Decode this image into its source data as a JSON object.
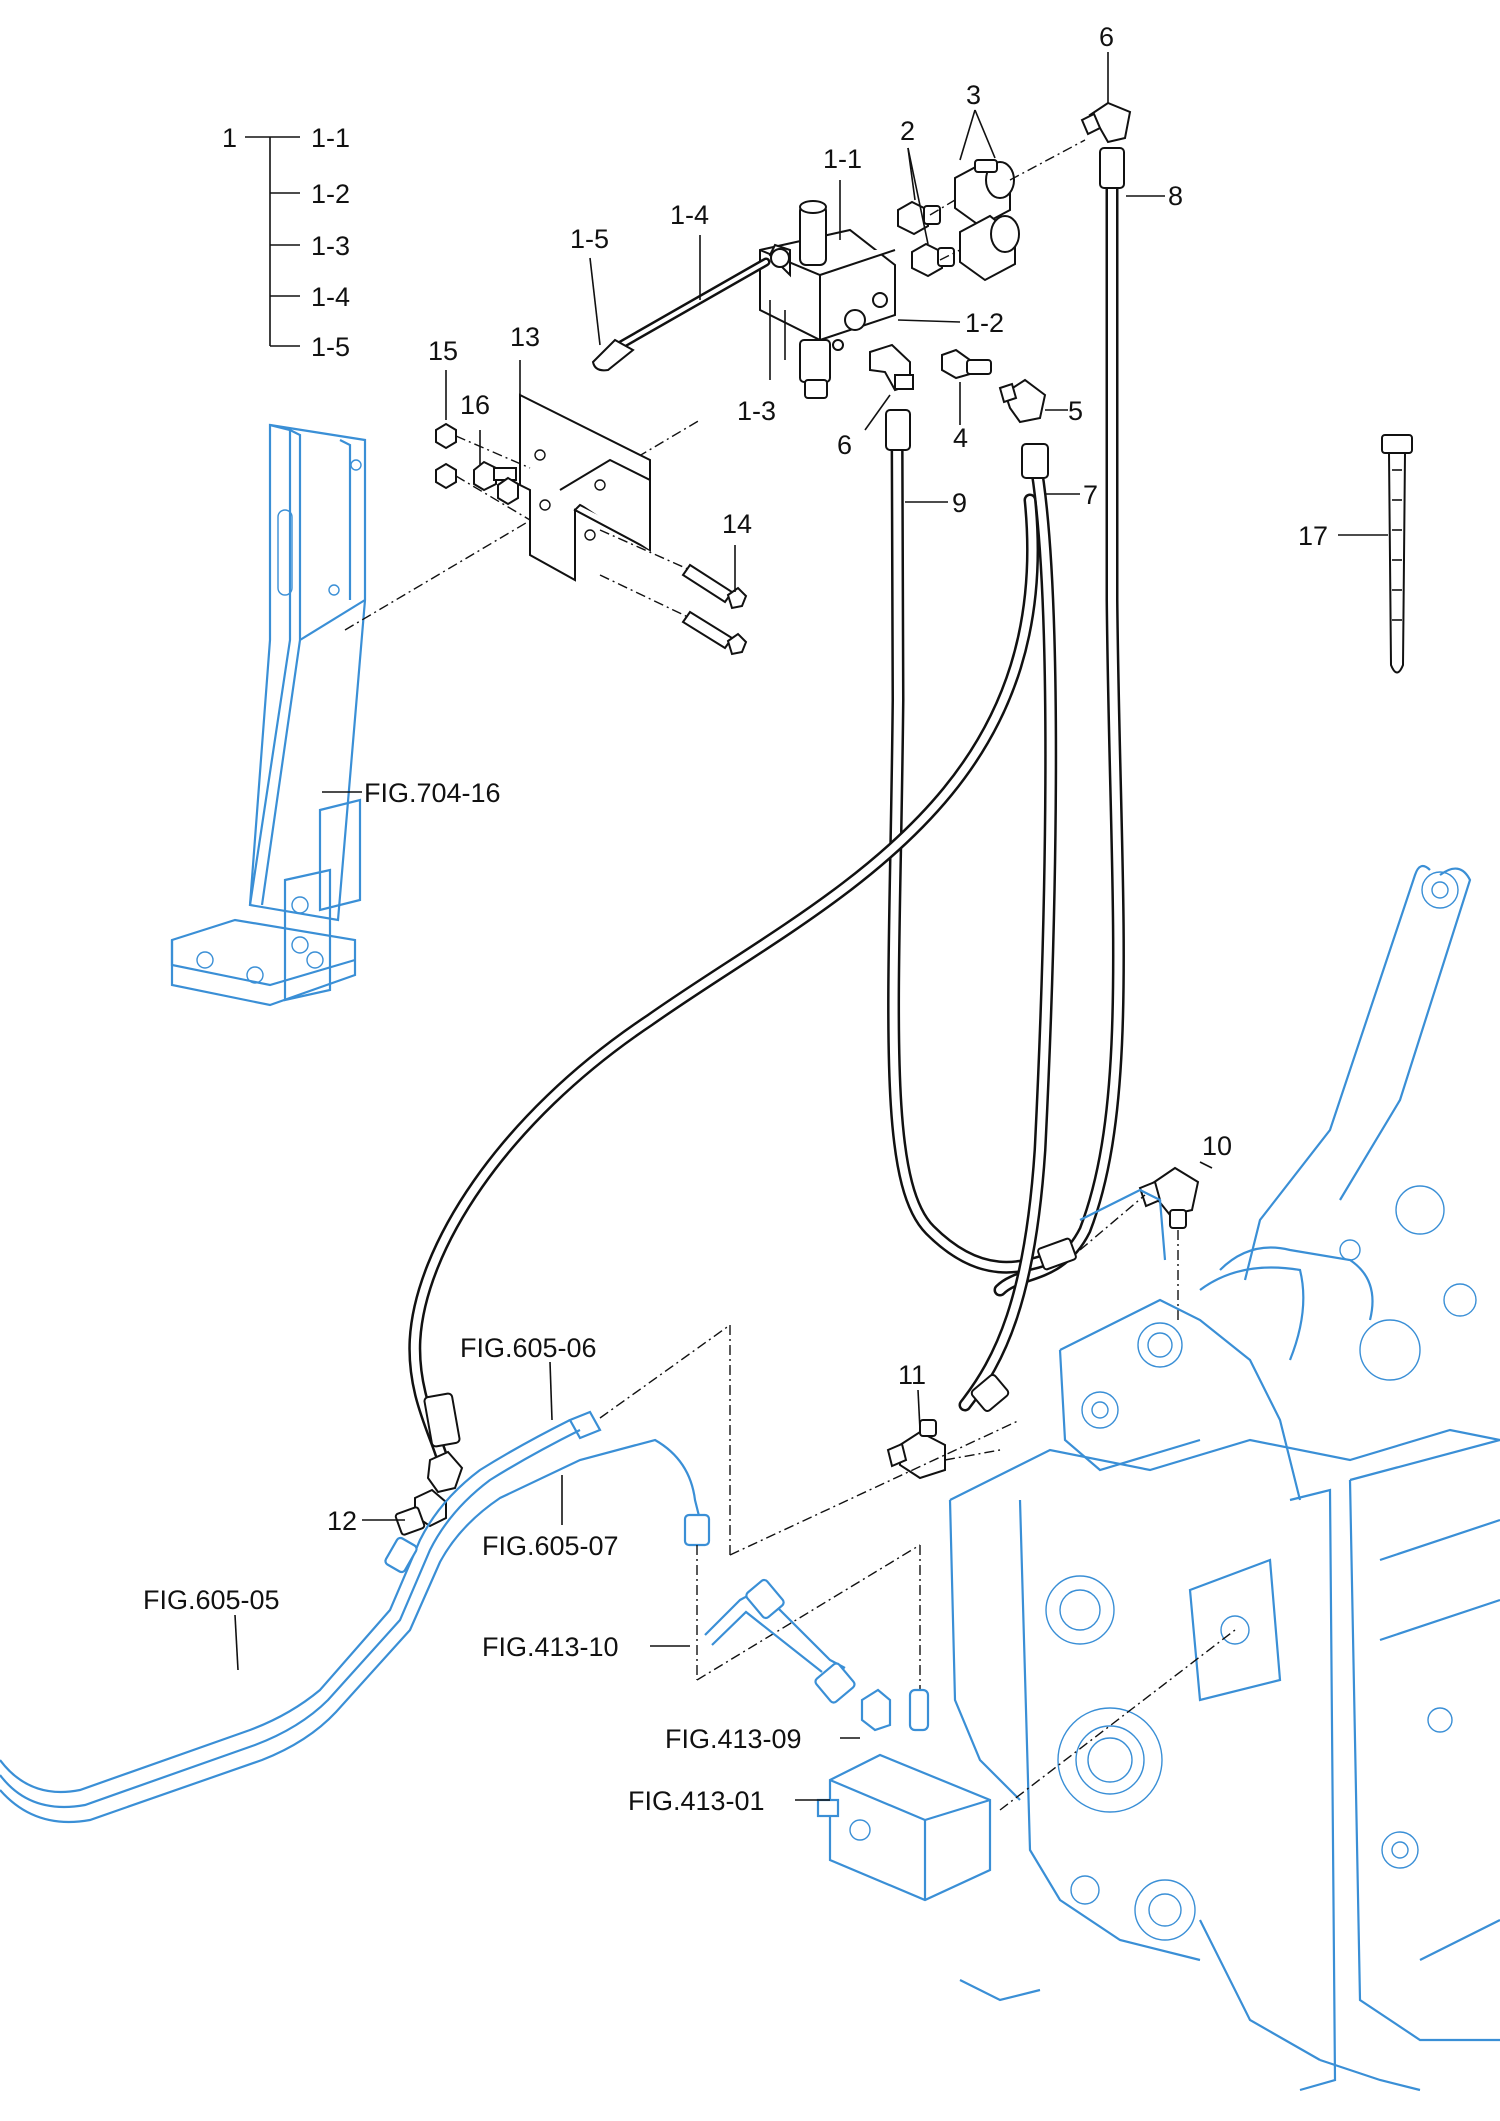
{
  "labels": {
    "p1": "1",
    "p1_1_tree": "1-1",
    "p1_2_tree": "1-2",
    "p1_3_tree": "1-3",
    "p1_4_tree": "1-4",
    "p1_5_tree": "1-5",
    "p1_1": "1-1",
    "p1_2": "1-2",
    "p1_3": "1-3",
    "p1_4": "1-4",
    "p1_5": "1-5",
    "p2": "2",
    "p3": "3",
    "p4": "4",
    "p5": "5",
    "p6_top": "6",
    "p6_mid": "6",
    "p7": "7",
    "p8": "8",
    "p9": "9",
    "p10": "10",
    "p11": "11",
    "p12": "12",
    "p13": "13",
    "p14": "14",
    "p15": "15",
    "p16": "16",
    "p17": "17"
  },
  "references": {
    "fig_704_16": "FIG.704-16",
    "fig_605_06": "FIG.605-06",
    "fig_605_07": "FIG.605-07",
    "fig_605_05": "FIG.605-05",
    "fig_413_10": "FIG.413-10",
    "fig_413_09": "FIG.413-09",
    "fig_413_01": "FIG.413-01"
  },
  "colors": {
    "part_line": "#111111",
    "reference_line": "#3a8fd6",
    "background": "#ffffff"
  }
}
